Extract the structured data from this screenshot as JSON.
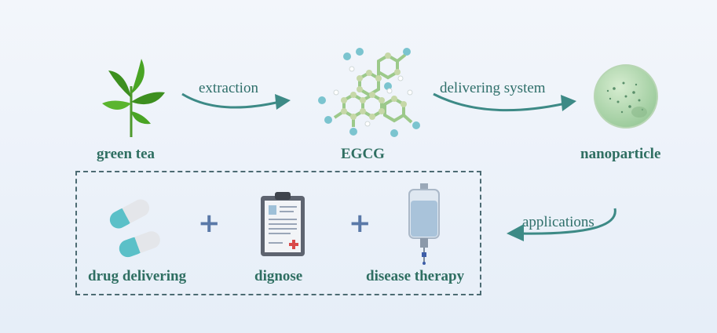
{
  "top_row": {
    "green_tea": "green tea",
    "egcg": "EGCG",
    "nanoparticle": "nanoparticle"
  },
  "arrows": {
    "extraction": "extraction",
    "delivering_system": "delivering system",
    "applications": "applications"
  },
  "applications": {
    "drug_delivering": "drug delivering",
    "diagnose": "dignose",
    "disease_therapy": "disease therapy",
    "plus_1": "+",
    "plus_2": "+"
  },
  "colors": {
    "label_text": "#2f6f62",
    "arrow": "#3d8a86",
    "plus": "#5a79a8",
    "dash": "#4c6b73"
  }
}
